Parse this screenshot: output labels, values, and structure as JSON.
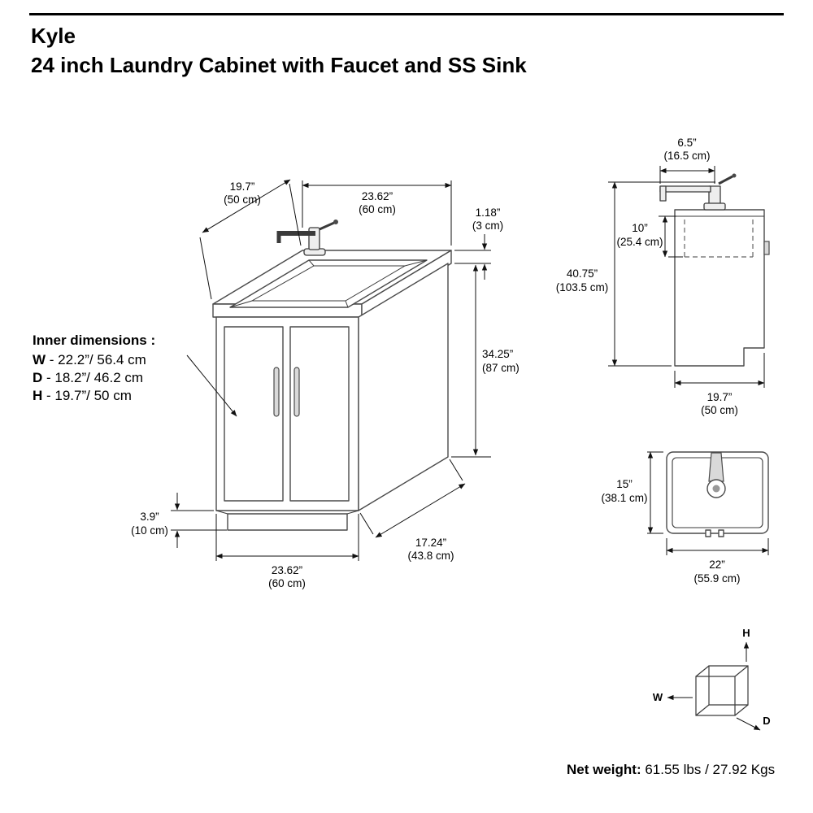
{
  "header": {
    "brand": "Kyle",
    "title": "24 inch Laundry Cabinet with Faucet and SS Sink"
  },
  "front_view": {
    "depth_top": {
      "in": "19.7”",
      "cm": "(50 cm)"
    },
    "width_top": {
      "in": "23.62”",
      "cm": "(60 cm)"
    },
    "counter_thickness": {
      "in": "1.18”",
      "cm": "(3 cm)"
    },
    "cabinet_height": {
      "in": "34.25”",
      "cm": "(87 cm)"
    },
    "toe_kick": {
      "in": "3.9”",
      "cm": "(10 cm)"
    },
    "width_bottom": {
      "in": "23.62”",
      "cm": "(60 cm)"
    },
    "depth_bottom": {
      "in": "17.24”",
      "cm": "(43.8 cm)"
    }
  },
  "inner_dimensions": {
    "heading": "Inner dimensions  :",
    "rows": [
      {
        "label": "W",
        "value": "- 22.2”/ 56.4 cm"
      },
      {
        "label": "D",
        "value": "- 18.2”/ 46.2 cm"
      },
      {
        "label": "H",
        "value": "- 19.7”/ 50 cm"
      }
    ]
  },
  "side_view": {
    "faucet_reach": {
      "in": "6.5”",
      "cm": "(16.5 cm)"
    },
    "basin_depth": {
      "in": "10”",
      "cm": "(25.4 cm)"
    },
    "total_height": {
      "in": "40.75”",
      "cm": "(103.5 cm)"
    },
    "depth": {
      "in": "19.7”",
      "cm": "(50 cm)"
    }
  },
  "top_view": {
    "depth": {
      "in": "15”",
      "cm": "(38.1 cm)"
    },
    "width": {
      "in": "22”",
      "cm": "(55.9 cm)"
    }
  },
  "axis": {
    "h": "H",
    "w": "W",
    "d": "D"
  },
  "footer": {
    "label": "Net weight:",
    "value": "61.55 lbs / 27.92 Kgs"
  }
}
